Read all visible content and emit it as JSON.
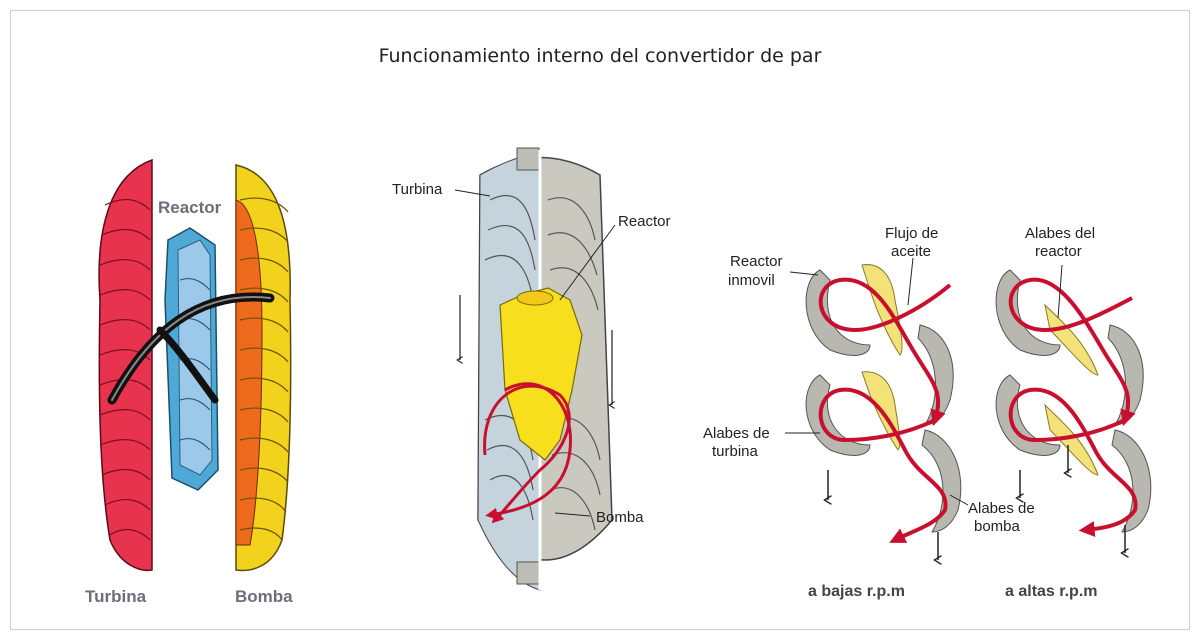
{
  "title": "Funcionamiento interno del convertidor de par",
  "left_diagram": {
    "reactor_label": "Reactor",
    "turbina_label": "Turbina",
    "bomba_label": "Bomba"
  },
  "middle_diagram": {
    "turbina_label": "Turbina",
    "reactor_label": "Reactor",
    "bomba_label": "Bomba"
  },
  "right_diagram": {
    "reactor_inmovil": [
      "Reactor",
      "inmovil"
    ],
    "flujo_aceite": [
      "Flujo de",
      "aceite"
    ],
    "alabes_reactor": [
      "Alabes del",
      "reactor"
    ],
    "alabes_turbina": [
      "Alabes de",
      "turbina"
    ],
    "alabes_bomba": [
      "Alabes de",
      "bomba"
    ],
    "caption_low": "a bajas r.p.m",
    "caption_high": "a altas r.p.m"
  },
  "colors": {
    "turbina": "#e8334f",
    "bomba": "#f2d21c",
    "bomba_inner": "#ee6a1c",
    "reactor": "#4fa9d6",
    "flow": "#c8102e",
    "blade_grey": "#b8b8b0",
    "blade_yellow": "#f3e17a"
  }
}
